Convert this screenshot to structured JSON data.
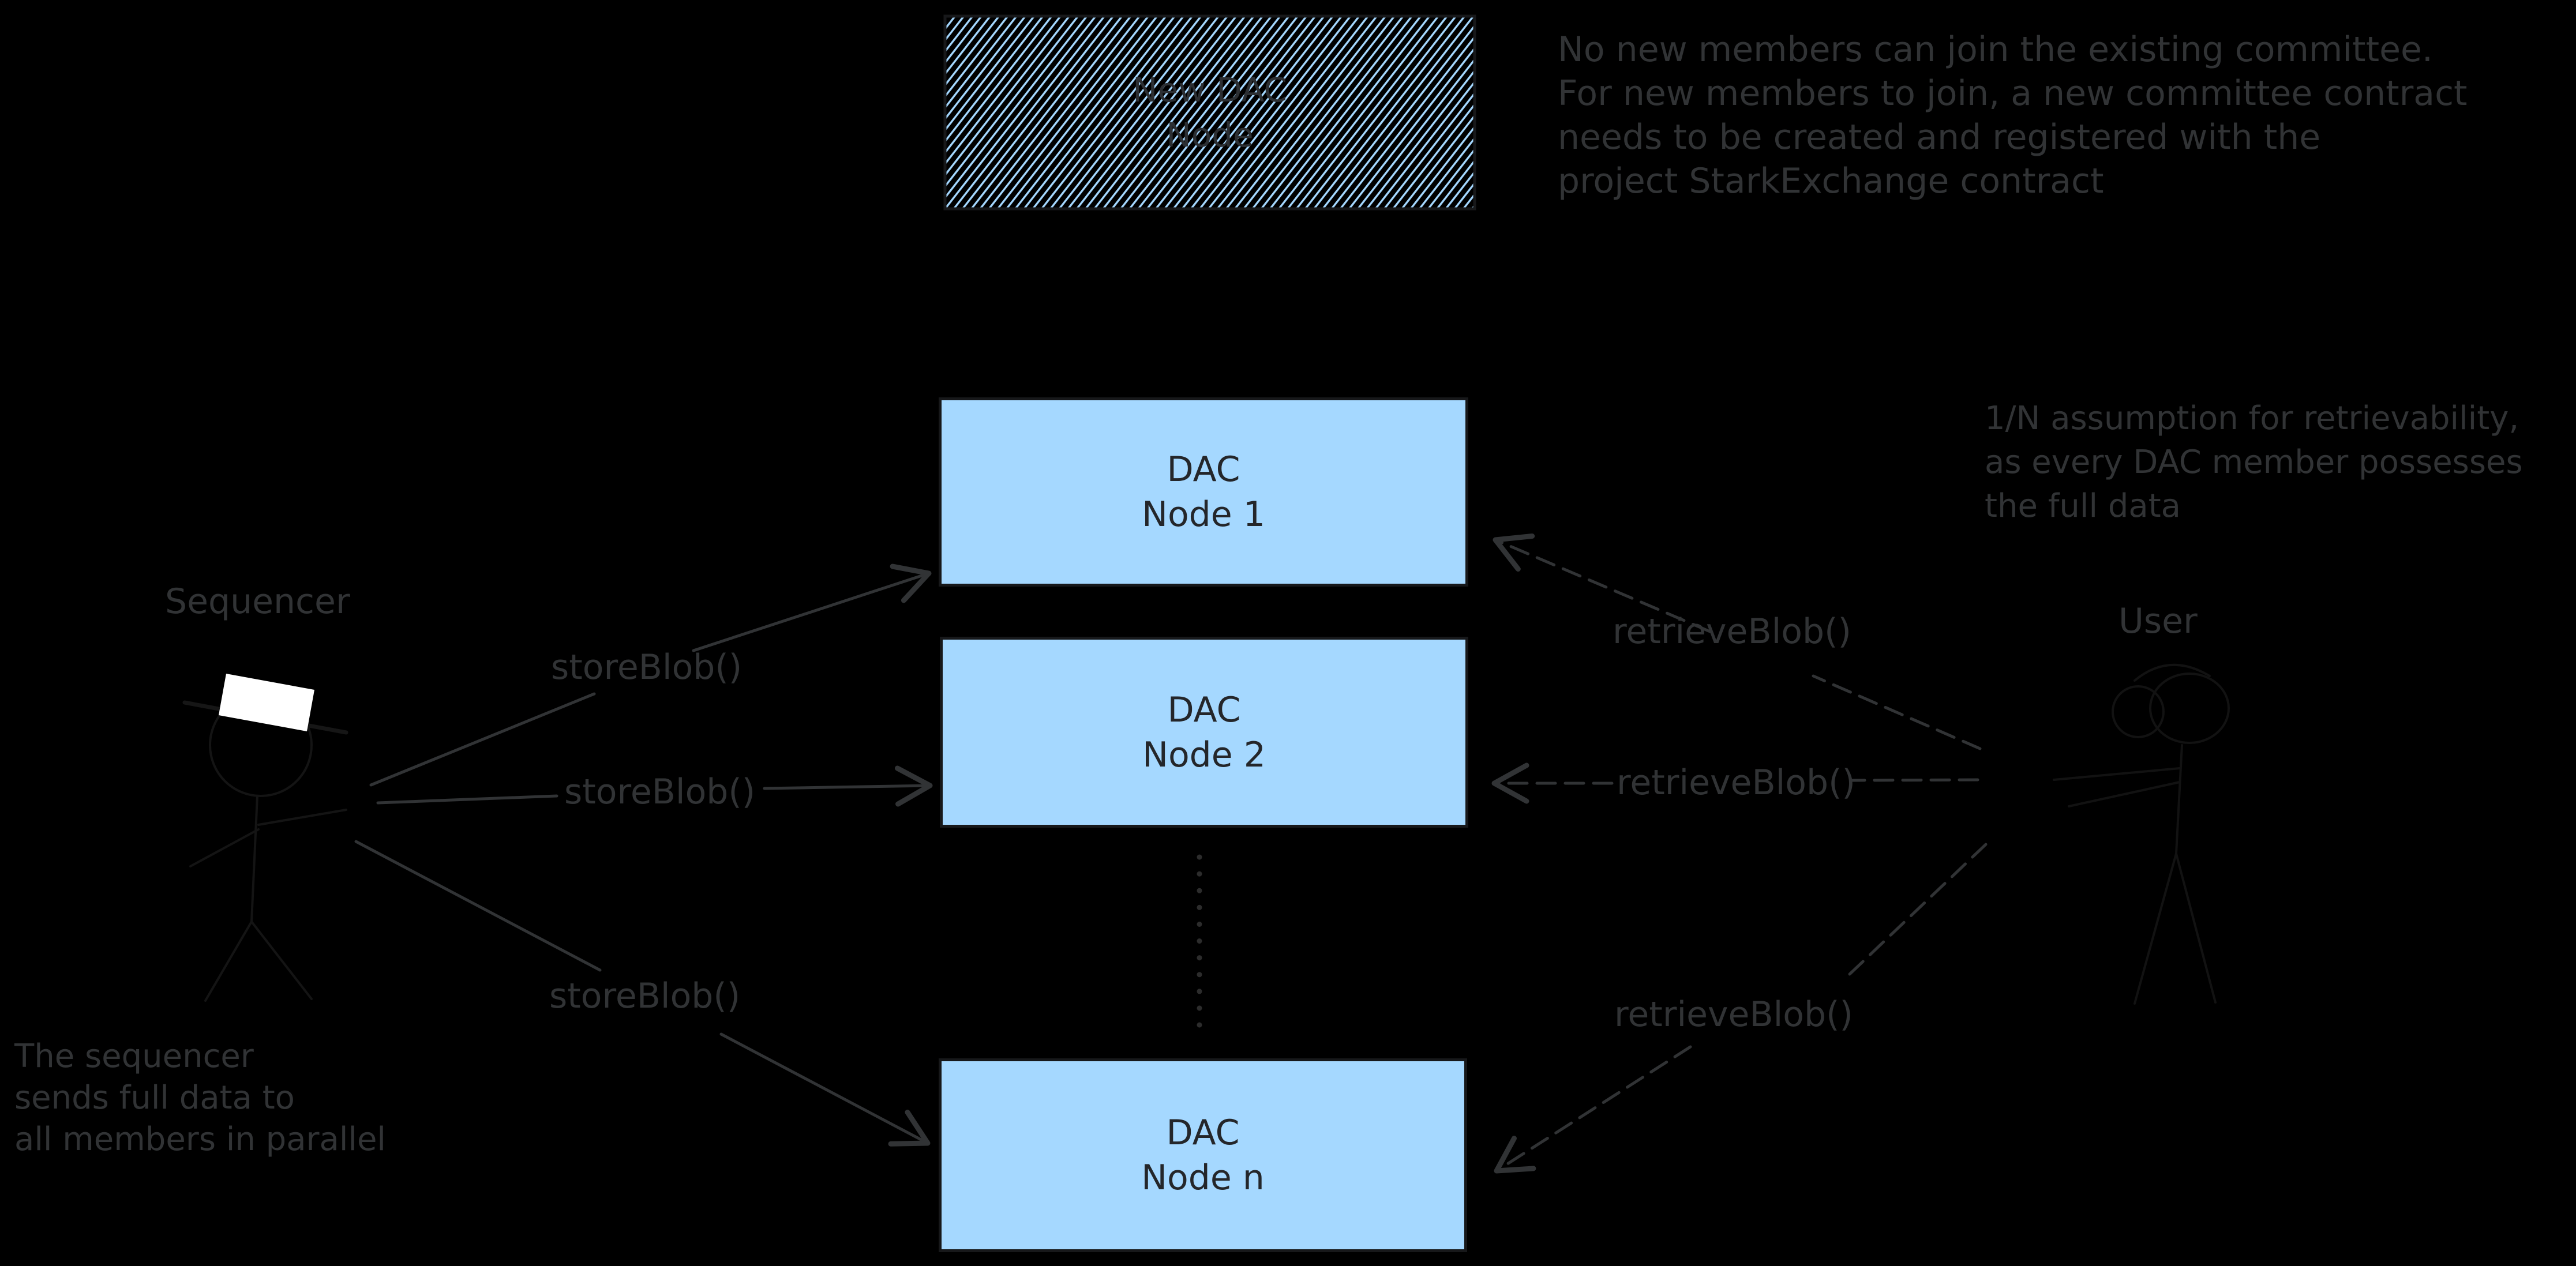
{
  "canvas": {
    "width": "4465",
    "height": "2195",
    "background": "#000000"
  },
  "colors": {
    "node_fill": "#a5d8ff",
    "node_border": "#17181a",
    "hatch_line": "#a5d8ff",
    "ink": "#313335",
    "figure_ink": "#141414",
    "hat_fill": "#ffffff",
    "box_text": "#24262a"
  },
  "hatched_box": {
    "line1": "New DAC",
    "line2": "Node"
  },
  "notes": {
    "committee": {
      "line1": "No new members can join the existing committee.",
      "line2": "For new members to join, a new committee contract",
      "line3": "needs to be created and registered with the",
      "line4": "project StarkExchange contract"
    },
    "retrievability": {
      "line1": "1/N assumption for retrievability,",
      "line2": "as every DAC member possesses",
      "line3": "the full data"
    },
    "sequencer": {
      "line1": "The sequencer",
      "line2": "sends full data to",
      "line3": "all members in parallel"
    }
  },
  "actors": {
    "sequencer_label": "Sequencer",
    "user_label": "User"
  },
  "nodes": [
    {
      "line1": "DAC",
      "line2": "Node 1"
    },
    {
      "line1": "DAC",
      "line2": "Node 2"
    },
    {
      "line1": "DAC",
      "line2": "Node n"
    }
  ],
  "edges": {
    "store1": "storeBlob()",
    "store2": "storeBlob()",
    "store3": "storeBlob()",
    "retrieve1": "retrieveBlob()",
    "retrieve2": "retrieveBlob()",
    "retrieve3": "retrieveBlob()"
  }
}
